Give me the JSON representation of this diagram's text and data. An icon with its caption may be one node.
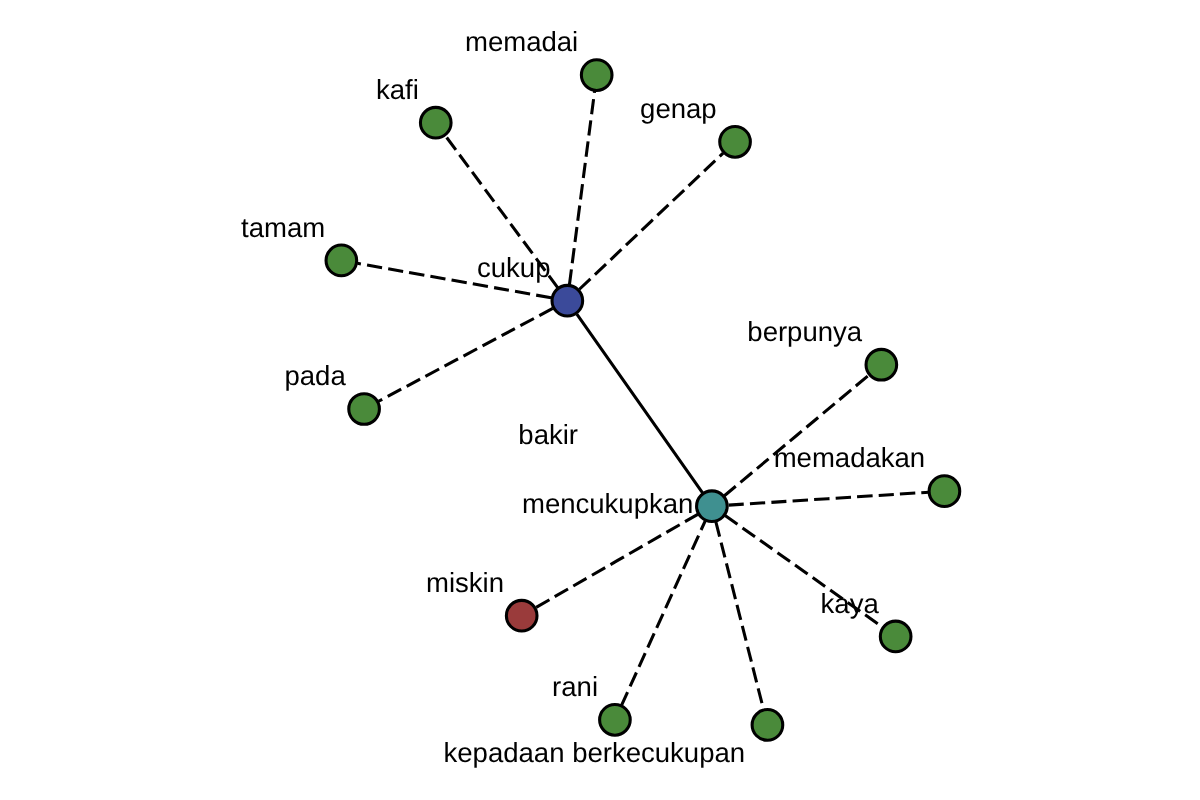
{
  "diagram": {
    "nodes": [
      {
        "text": [
          "kafi"
        ]
      },
      {
        "text": [
          "genap"
        ]
      },
      {
        "text": [
          "kepadaan berkecukupan"
        ]
      },
      {
        "text": [
          "berpunya"
        ]
      },
      {
        "text": [
          "memadai"
        ]
      },
      {
        "text": [
          "cukup"
        ]
      },
      {
        "text": [
          "rani"
        ]
      },
      {
        "text": [
          "mencukupkan"
        ]
      },
      {
        "text": [
          "tamam"
        ]
      },
      {
        "text": [
          "kaya"
        ]
      },
      {
        "text": [
          "pada"
        ]
      },
      {
        "text": [
          "miskin"
        ]
      },
      {
        "text": [
          "memadakan"
        ]
      }
    ],
    "edges": [
      {
        "from": 5,
        "to": 0,
        "arrow": "none",
        "style": "dashed"
      },
      {
        "from": 5,
        "to": 1,
        "arrow": "none",
        "style": "dashed"
      },
      {
        "from": 5,
        "to": 4,
        "arrow": "none",
        "style": "dashed"
      },
      {
        "from": 5,
        "to": 8,
        "arrow": "none",
        "style": "dashed"
      },
      {
        "from": 5,
        "to": 10,
        "arrow": "none",
        "style": "dashed"
      },
      {
        "from": 5,
        "to": 7,
        "arrow": "none"
      },
      {
        "from": 6,
        "to": 7,
        "arrow": "none",
        "style": "dashed"
      },
      {
        "from": 7,
        "to": 2,
        "arrow": "none",
        "style": "dashed"
      },
      {
        "from": 7,
        "to": 3,
        "arrow": "none",
        "style": "dashed"
      },
      {
        "from": 7,
        "to": 9,
        "arrow": "none",
        "style": "dashed"
      },
      {
        "from": 7,
        "to": 12,
        "arrow": "none",
        "style": "dashed"
      },
      {
        "from": 7,
        "to": 11,
        "arrow": "none",
        "style": "dashed"
      }
    ],
    "labels": [
      "bakir"
    ]
  }
}
